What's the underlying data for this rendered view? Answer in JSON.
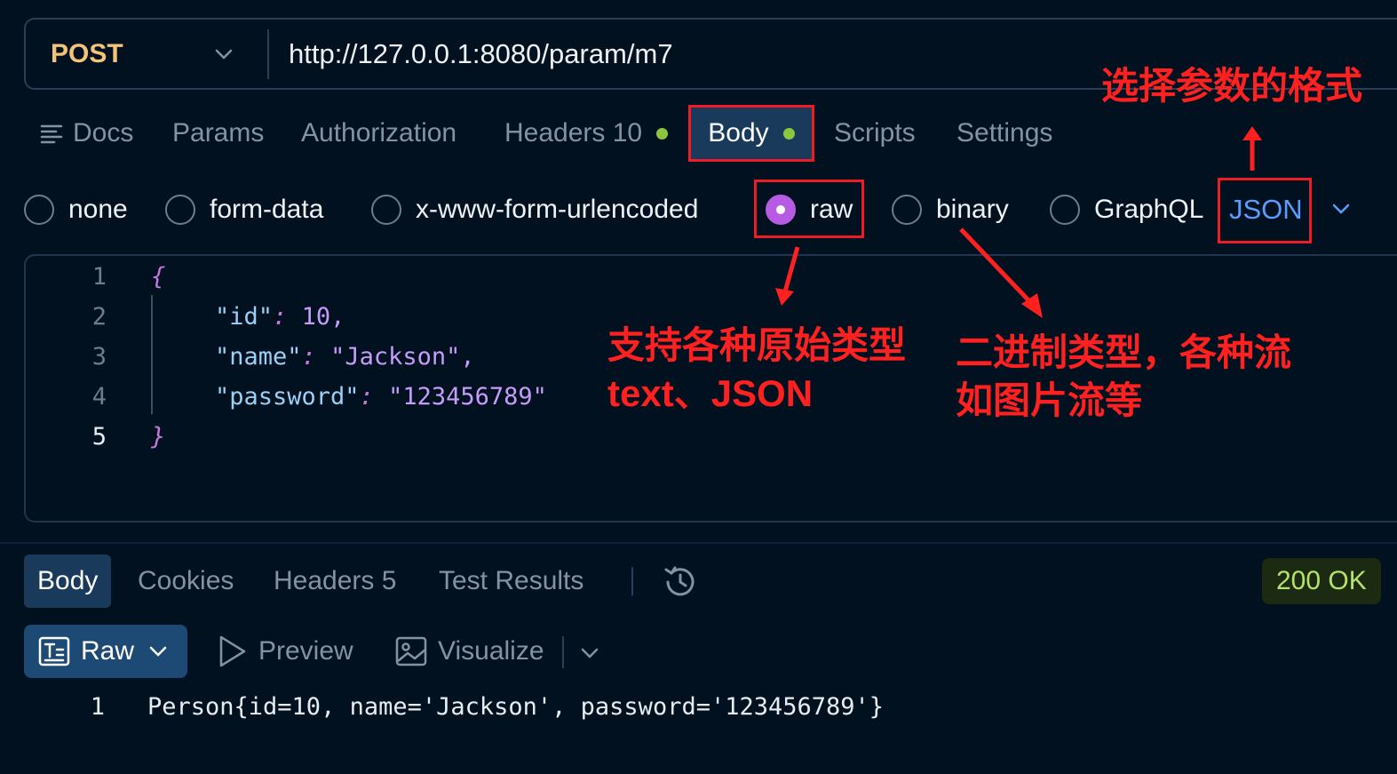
{
  "request": {
    "method": "POST",
    "url": "http://127.0.0.1:8080/param/m7"
  },
  "request_tabs": [
    {
      "label": "Docs"
    },
    {
      "label": "Params"
    },
    {
      "label": "Authorization"
    },
    {
      "label": "Headers 10"
    },
    {
      "label": "Body"
    },
    {
      "label": "Scripts"
    },
    {
      "label": "Settings"
    }
  ],
  "body_types": {
    "options": [
      "none",
      "form-data",
      "x-www-form-urlencoded",
      "raw",
      "binary",
      "GraphQL"
    ],
    "selected": "raw",
    "format": "JSON"
  },
  "editor": {
    "line_numbers": [
      "1",
      "2",
      "3",
      "4",
      "5"
    ],
    "lines": {
      "open": "{",
      "id_key": "\"id\"",
      "id_val": "10,",
      "name_key": "\"name\"",
      "name_val": "\"Jackson\",",
      "password_key": "\"password\"",
      "password_val": "\"123456789\"",
      "close": "}"
    },
    "colon": ":"
  },
  "response_tabs": [
    {
      "label": "Body"
    },
    {
      "label": "Cookies"
    },
    {
      "label": "Headers 5"
    },
    {
      "label": "Test Results"
    }
  ],
  "status": "200 OK",
  "view_modes": {
    "raw": "Raw",
    "preview": "Preview",
    "visualize": "Visualize"
  },
  "response": {
    "line_number": "1",
    "text": "Person{id=10, name='Jackson', password='123456789'}"
  },
  "annotations": {
    "format": "选择参数的格式",
    "raw_line1": "支持各种原始类型",
    "raw_line2": "text、JSON",
    "binary_line1": "二进制类型，各种流",
    "binary_line2": "如图片流等"
  },
  "colors": {
    "background": "#02111f",
    "method": "#f3c37a",
    "accent": "#b75ce2",
    "highlight": "#ee1c24",
    "status": "#b4e36b"
  }
}
